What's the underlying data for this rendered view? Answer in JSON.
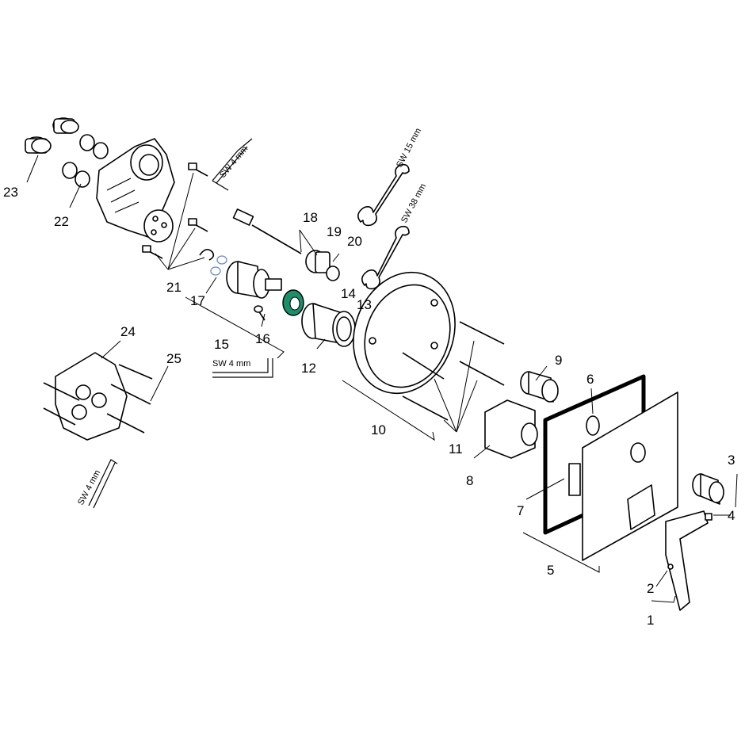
{
  "callouts": [
    "1",
    "2",
    "3",
    "4",
    "5",
    "6",
    "7",
    "8",
    "9",
    "10",
    "11",
    "12",
    "13",
    "14",
    "15",
    "16",
    "17",
    "18",
    "19",
    "20",
    "21",
    "22",
    "23",
    "24",
    "25"
  ],
  "tool_labels": {
    "sw4_a": "SW 4 mm",
    "sw15": "SW 15 mm",
    "sw38": "SW 38 mm",
    "sw4_b": "SW 4 mm",
    "sw4_c": "SW 4 mm"
  },
  "colors": {
    "line": "#000000",
    "background": "#ffffff",
    "ring_accent": "#1a8f6a"
  }
}
